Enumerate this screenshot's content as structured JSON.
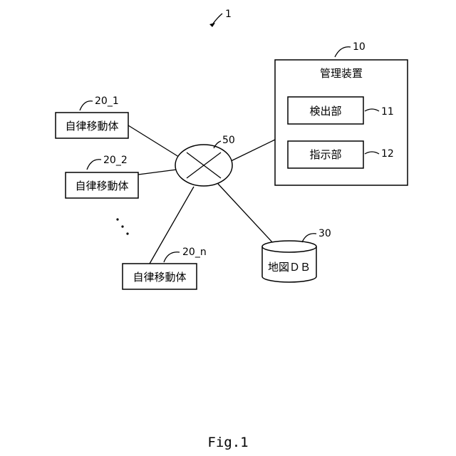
{
  "system_ref": "1",
  "management_device": {
    "ref": "10",
    "title": "管理装置"
  },
  "detection_unit": {
    "ref": "11",
    "label": "検出部"
  },
  "instruction_unit": {
    "ref": "12",
    "label": "指示部"
  },
  "mobile_bodies": [
    {
      "ref": "20_1",
      "label": "自律移動体"
    },
    {
      "ref": "20_2",
      "label": "自律移動体"
    },
    {
      "ref": "20_n",
      "label": "自律移動体"
    }
  ],
  "network": {
    "ref": "50"
  },
  "map_db": {
    "ref": "30",
    "label": "地図ＤＢ"
  },
  "figure_caption": "Fig.1"
}
